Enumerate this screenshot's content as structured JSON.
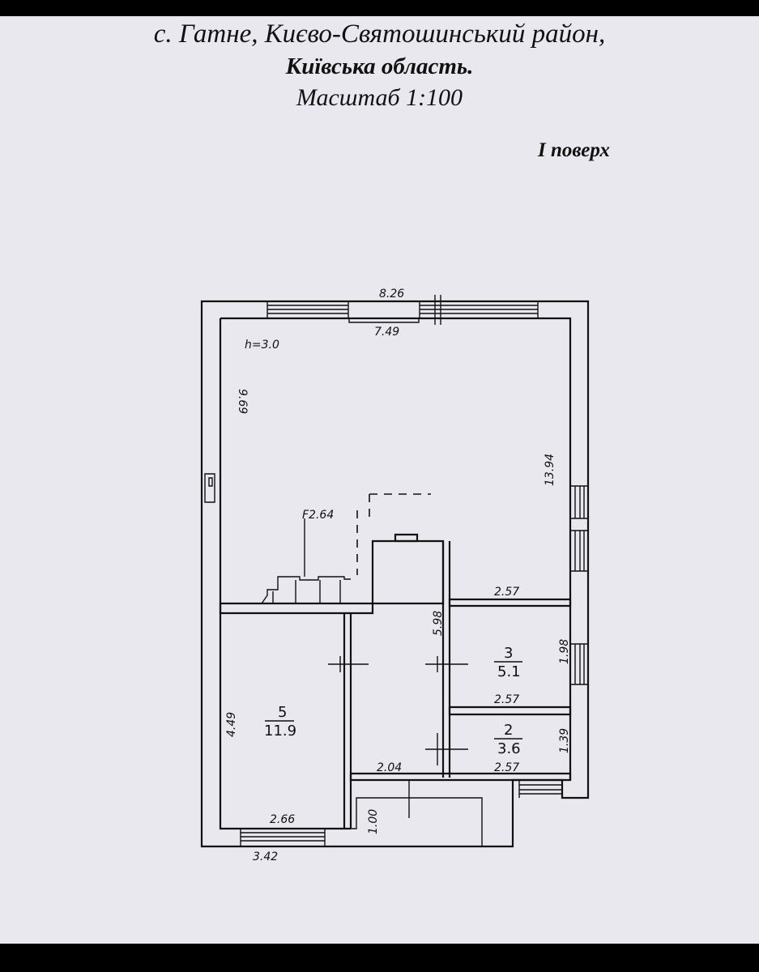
{
  "header": {
    "line1": "с. Гатне, Києво-Святошинський район,",
    "line2": "Київська область.",
    "line3": "Масштаб 1:100"
  },
  "floor_label": "I поверх",
  "plan": {
    "height_note": "h=3.0",
    "dimensions": {
      "top_outer": "8.26",
      "top_inner": "7.49",
      "left_main": "9.69",
      "right_main": "13.94",
      "stair_area": "F2.64",
      "hall_right_top": "2.57",
      "corridor_height": "5.98",
      "room3_height": "1.98",
      "room3_width": "2.57",
      "room2_height": "1.39",
      "room2_width": "2.57",
      "room5_height": "4.49",
      "room5_width": "2.66",
      "entrance_width": "2.04",
      "entrance_depth": "1.00",
      "bottom_outer": "3.42"
    },
    "rooms": [
      {
        "number": "5",
        "area": "11.9"
      },
      {
        "number": "3",
        "area": "5.1"
      },
      {
        "number": "2",
        "area": "3.6"
      }
    ]
  },
  "colors": {
    "paper": "#e9e8ef",
    "ink": "#111111"
  }
}
